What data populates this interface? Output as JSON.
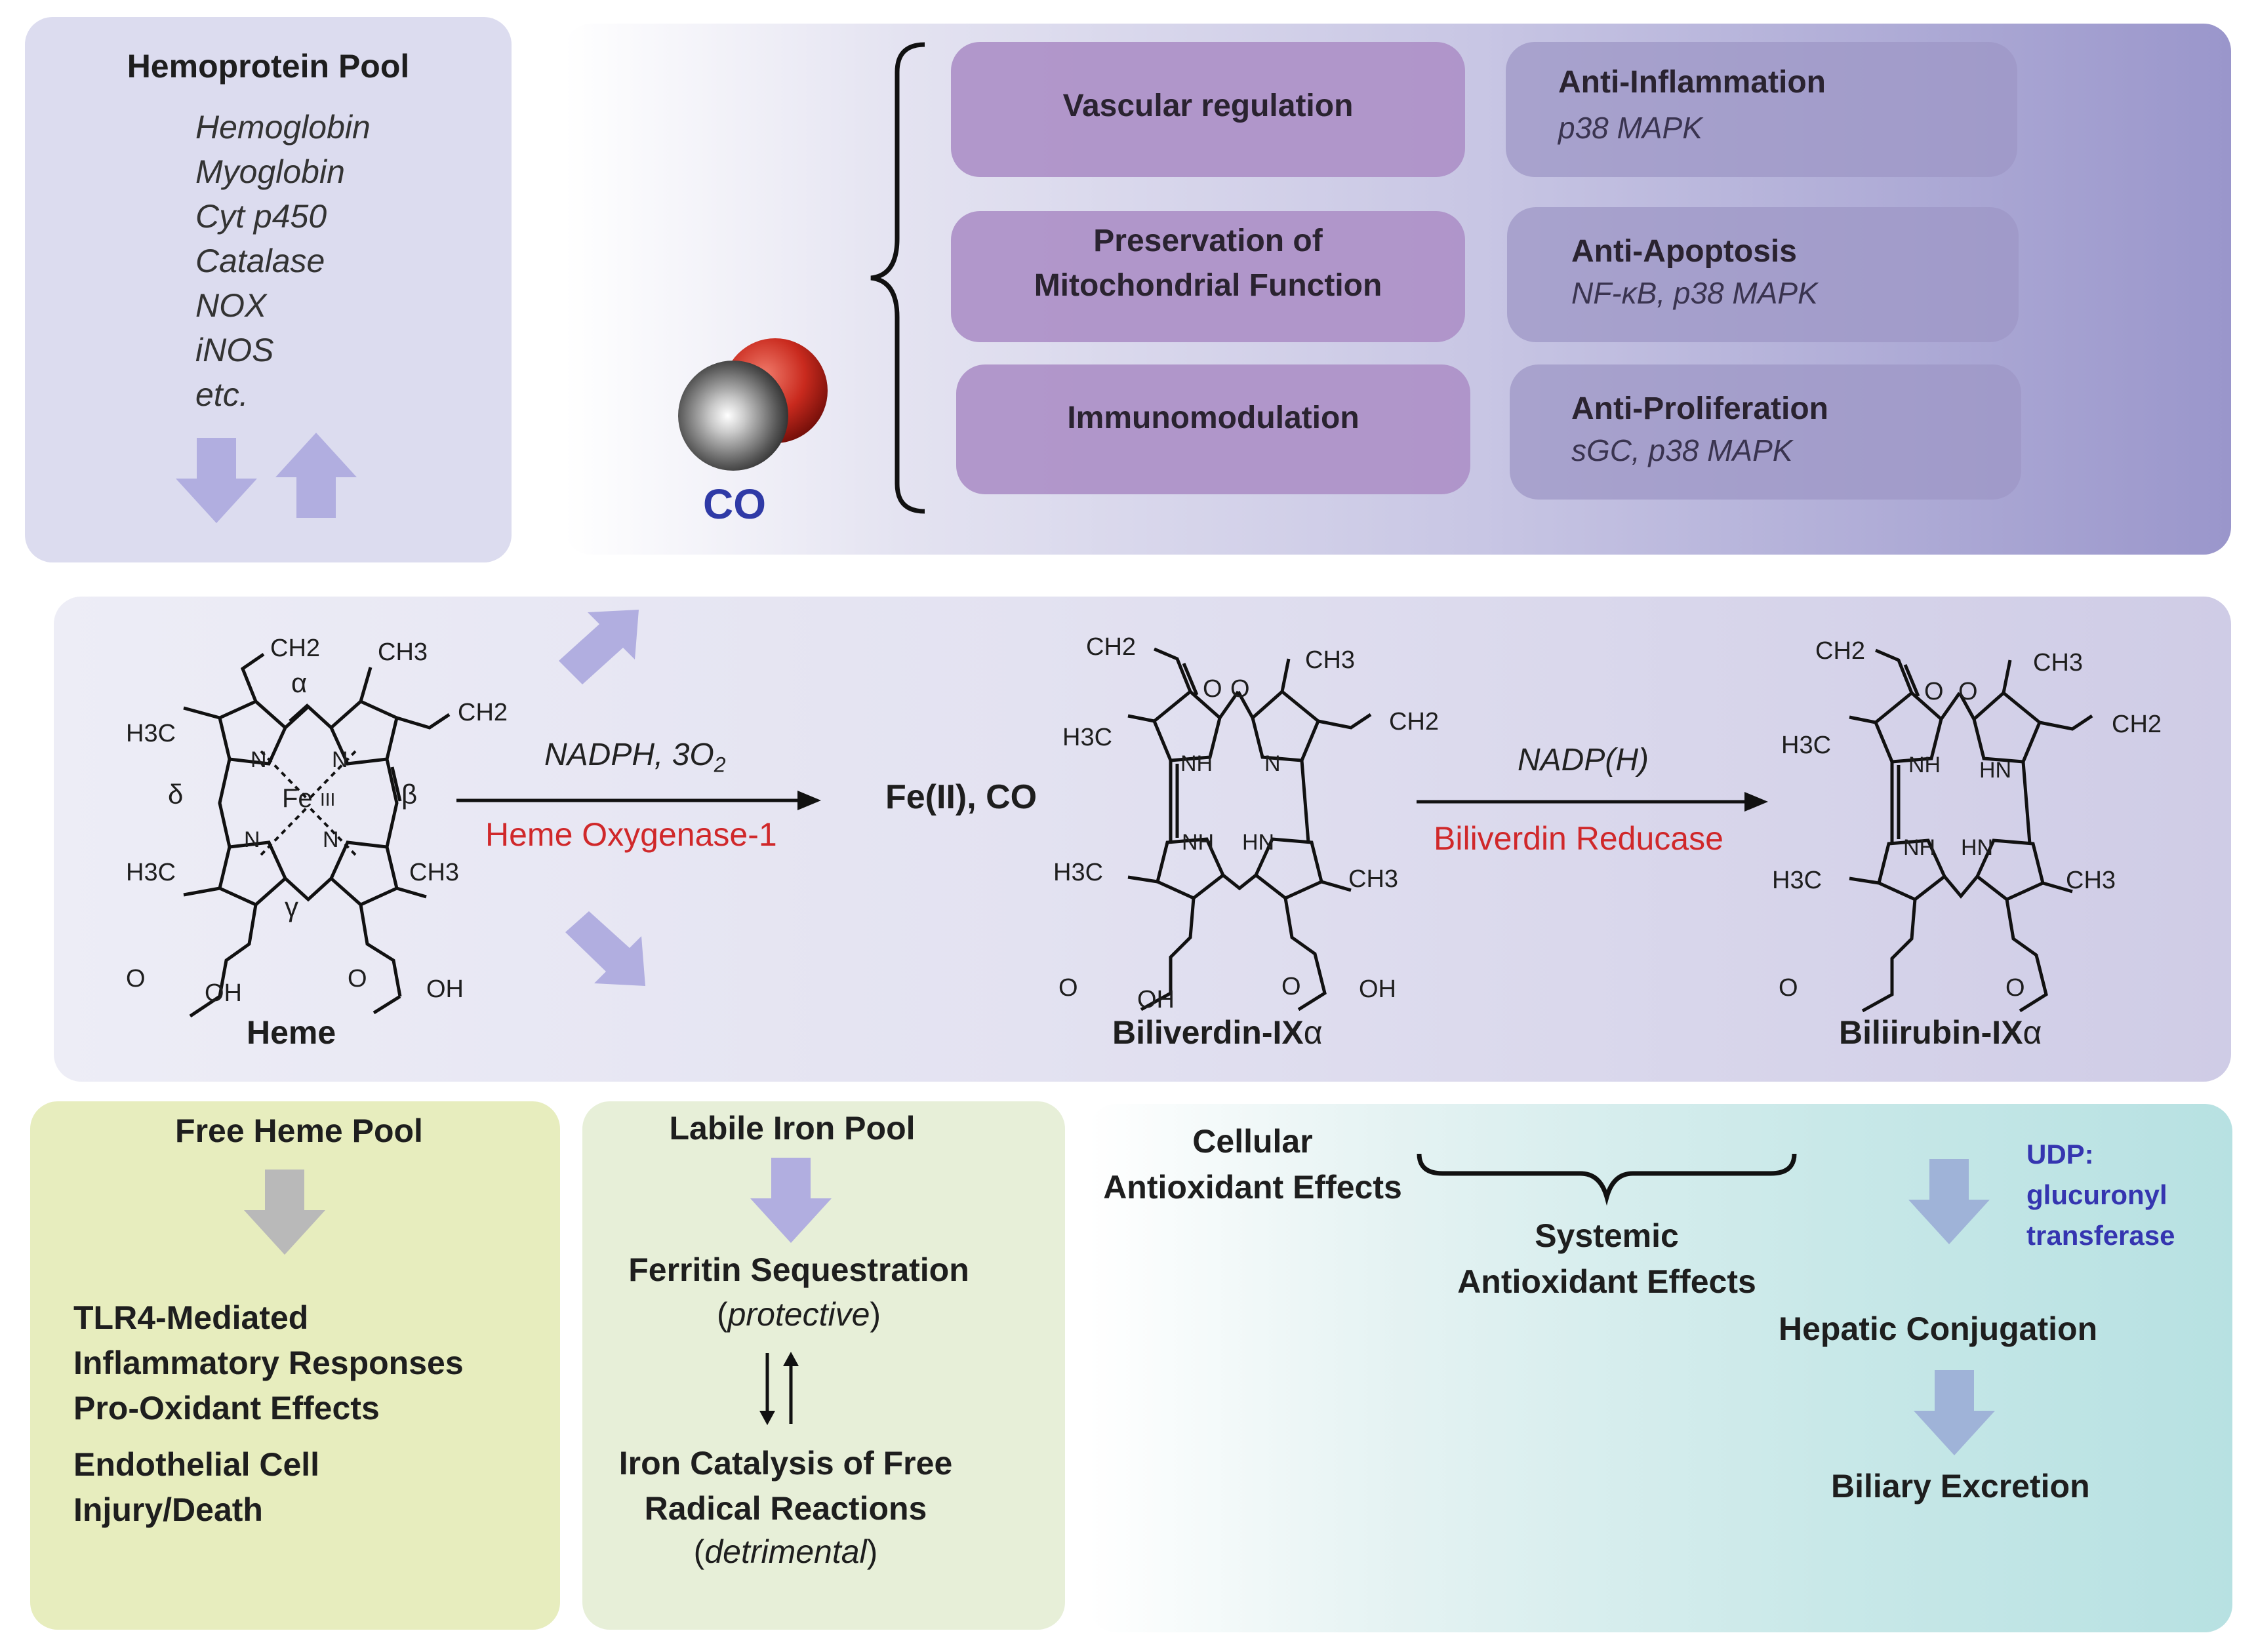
{
  "hemoprotein_pool": {
    "title": "Hemoprotein Pool",
    "items": [
      "Hemoglobin",
      "Myoglobin",
      "Cyt p450",
      "Catalase",
      "NOX",
      "iNOS",
      "etc."
    ]
  },
  "co_effects": {
    "molecule_label": "CO",
    "left": [
      {
        "title": "Vascular regulation"
      },
      {
        "title": "Preservation of",
        "title2": "Mitochondrial Function"
      },
      {
        "title": "Immunomodulation"
      }
    ],
    "right": [
      {
        "title": "Anti-Inflammation",
        "sub": "p38 MAPK"
      },
      {
        "title": "Anti-Apoptosis",
        "sub": "NF-κB, p38 MAPK"
      },
      {
        "title": "Anti-Proliferation",
        "sub": "sGC, p38 MAPK"
      }
    ]
  },
  "pathway": {
    "heme": {
      "name": "Heme",
      "labels": {
        "ch2_top": "CH2",
        "ch3_top": "CH3",
        "ch2_right": "CH2",
        "h3c_top": "H3C",
        "h3c_bot": "H3C",
        "ch3_bot": "CH3",
        "alpha": "α",
        "beta": "β",
        "gamma": "γ",
        "delta": "δ",
        "fe": "Fe",
        "fe_ox": "III",
        "n": "N",
        "o": "O",
        "oh": "OH"
      }
    },
    "step1": {
      "cofactor": "NADPH, 3O",
      "cofactor_sub": "2",
      "enzyme": "Heme Oxygenase-1"
    },
    "products1": "Fe(II), CO",
    "biliverdin": {
      "name": "Biliverdin-IX",
      "greek": "α",
      "labels": {
        "ch2_top": "CH2",
        "ch3_top": "CH3",
        "ch2_right": "CH2",
        "h3c_top": "H3C",
        "h3c_bot": "H3C",
        "ch3_bot": "CH3",
        "o": "O",
        "oh": "OH",
        "nh": "NH",
        "hn": "HN",
        "n": "N"
      }
    },
    "step2": {
      "cofactor": "NADP(H)",
      "enzyme": "Biliverdin Reducase"
    },
    "bilirubin": {
      "name": "Biliirubin-IX",
      "greek": "α",
      "labels": {
        "ch2_top": "CH2",
        "ch3_top": "CH3",
        "ch2_right": "CH2",
        "h3c_top": "H3C",
        "h3c_bot": "H3C",
        "ch3_bot": "CH3",
        "o": "O",
        "nh": "NH",
        "hn": "HN"
      }
    }
  },
  "free_heme": {
    "title": "Free Heme Pool",
    "lines": [
      "TLR4-Mediated",
      "Inflammatory Responses",
      "Pro-Oxidant Effects"
    ],
    "lines2": [
      "Endothelial Cell",
      "Injury/Death"
    ]
  },
  "labile_iron": {
    "title": "Labile Iron Pool",
    "ferritin": "Ferritin Sequestration",
    "ferritin_note": "protective",
    "catalysis1": "Iron Catalysis of Free",
    "catalysis2": "Radical Reactions",
    "catalysis_note": "detrimental"
  },
  "antioxidant": {
    "cellular1": "Cellular",
    "cellular2": "Antioxidant Effects",
    "systemic1": "Systemic",
    "systemic2": "Antioxidant Effects",
    "udp1": "UDP:",
    "udp2": "glucuronyl",
    "udp3": "transferase",
    "hepatic": "Hepatic Conjugation",
    "biliary": "Biliary Excretion"
  },
  "colors": {
    "lavender_panel": "#dcdcef",
    "co_gradient_end": "#9a96cb",
    "pink_tag": "#ae92c8",
    "arrow_lavender": "#b1aee0",
    "yellow_panel": "#e7edbe",
    "green_panel": "#e7efd8",
    "teal_panel": "#bfe4e4",
    "enzyme_red": "#d0282a",
    "udp_blue": "#3535b0",
    "arrow_gray": "#b9b9b9",
    "arrow_blue": "#9fb3d8"
  }
}
